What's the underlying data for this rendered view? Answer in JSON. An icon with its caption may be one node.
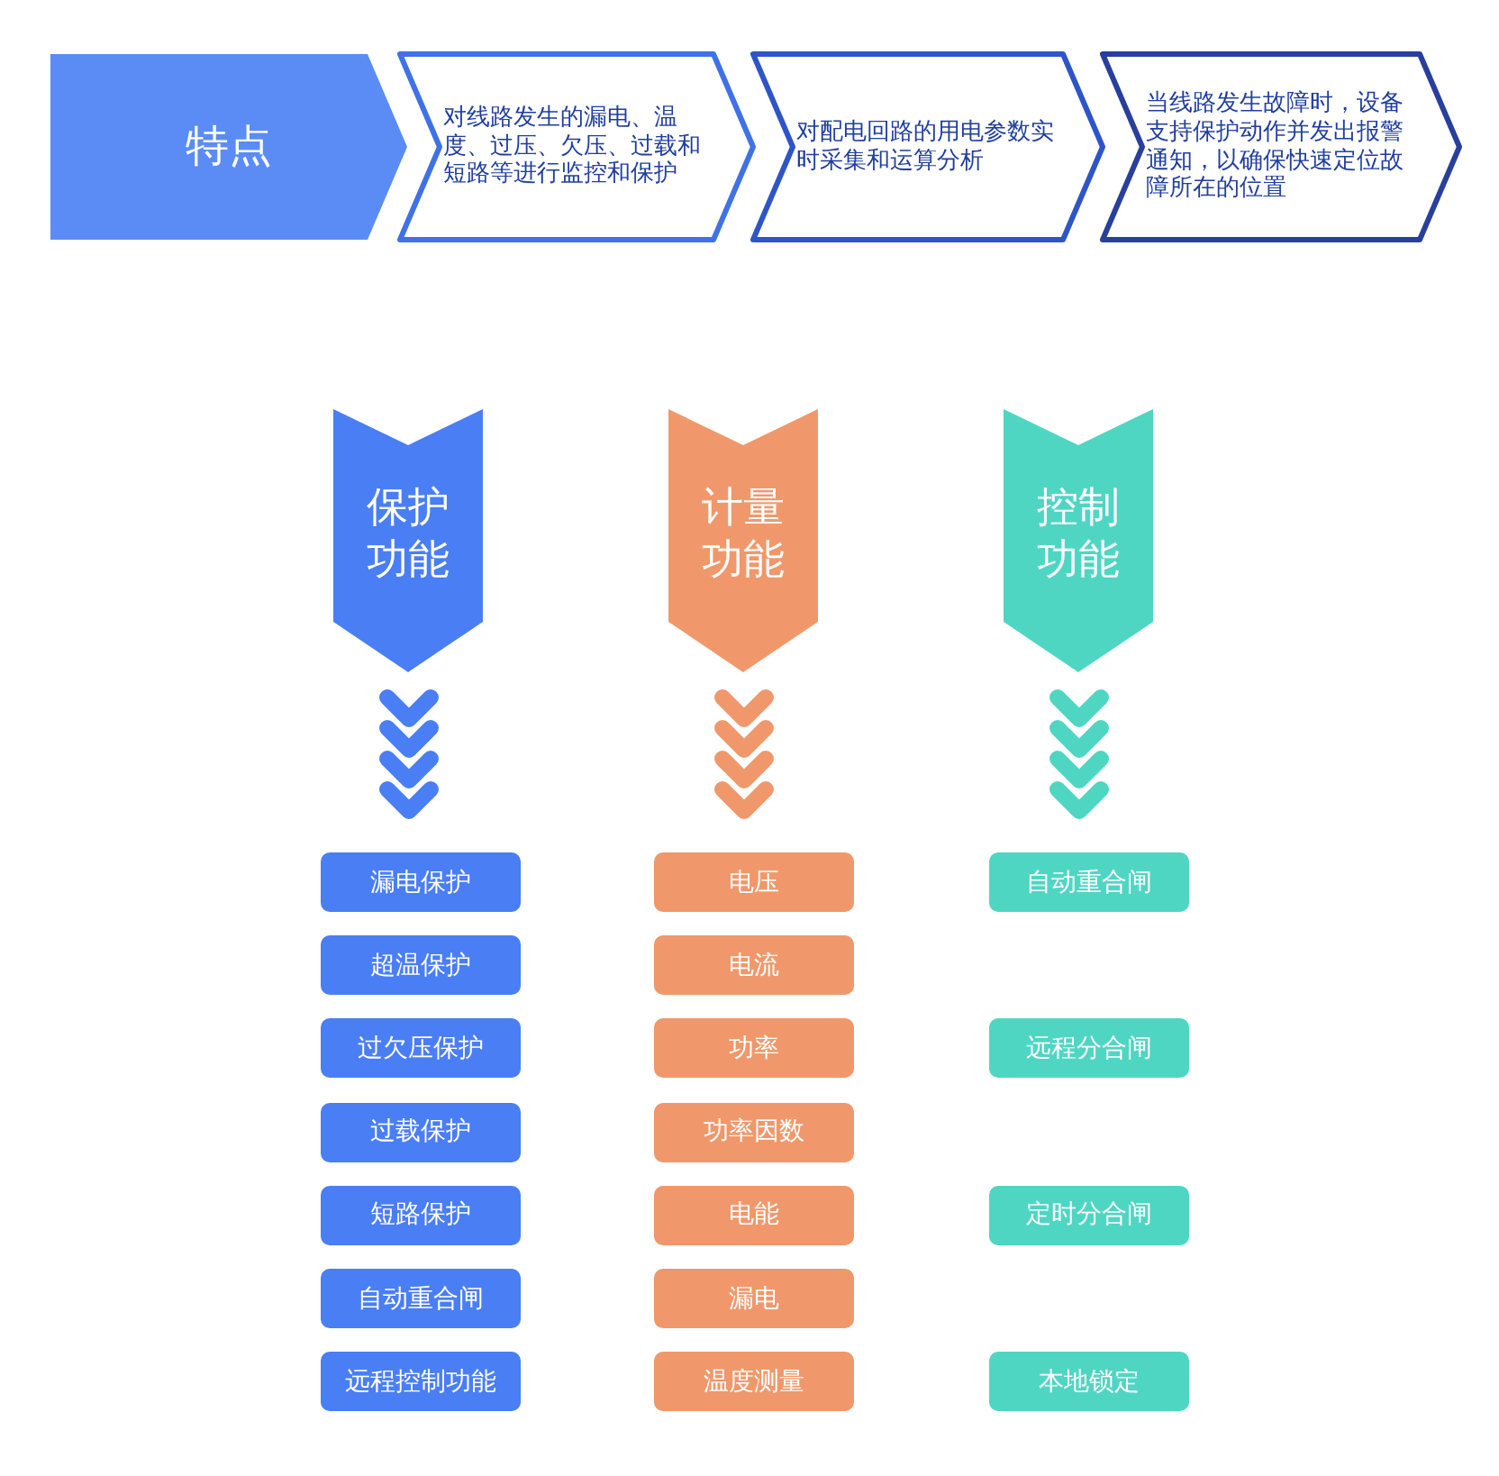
{
  "diagram": {
    "nodes": [
      {
        "text": [
          "特点"
        ]
      },
      {
        "text": [
          "对线路发生的漏电、温度、过压、欠压、过载和短路等进行监控和保护"
        ]
      },
      {
        "text": [
          "对配电回路的用电参数实时采集和运算分析"
        ]
      },
      {
        "text": [
          "当线路发生故障时，设备支持保护动作并发出报警通知，以确保快速定位故障所在的位置"
        ]
      },
      {
        "text": [
          "保护功能"
        ]
      },
      {
        "text": [
          "计量功能"
        ]
      },
      {
        "text": [
          "控制功能"
        ]
      },
      {
        "text": [
          "漏电保护"
        ]
      },
      {
        "text": [
          "超温保护"
        ]
      },
      {
        "text": [
          "过欠压保护"
        ]
      },
      {
        "text": [
          "过载保护"
        ]
      },
      {
        "text": [
          "短路保护"
        ]
      },
      {
        "text": [
          "自动重合闸"
        ]
      },
      {
        "text": [
          "远程控制功能"
        ]
      },
      {
        "text": [
          "电压"
        ]
      },
      {
        "text": [
          "电流"
        ]
      },
      {
        "text": [
          "功率"
        ]
      },
      {
        "text": [
          "功率因数"
        ]
      },
      {
        "text": [
          "电能"
        ]
      },
      {
        "text": [
          "漏电"
        ]
      },
      {
        "text": [
          "温度测量"
        ]
      },
      {
        "text": [
          "自动重合闸"
        ]
      },
      {
        "text": [
          "远程分合闸"
        ]
      },
      {
        "text": [
          "定时分合闸"
        ]
      },
      {
        "text": [
          "本地锁定"
        ]
      }
    ]
  }
}
